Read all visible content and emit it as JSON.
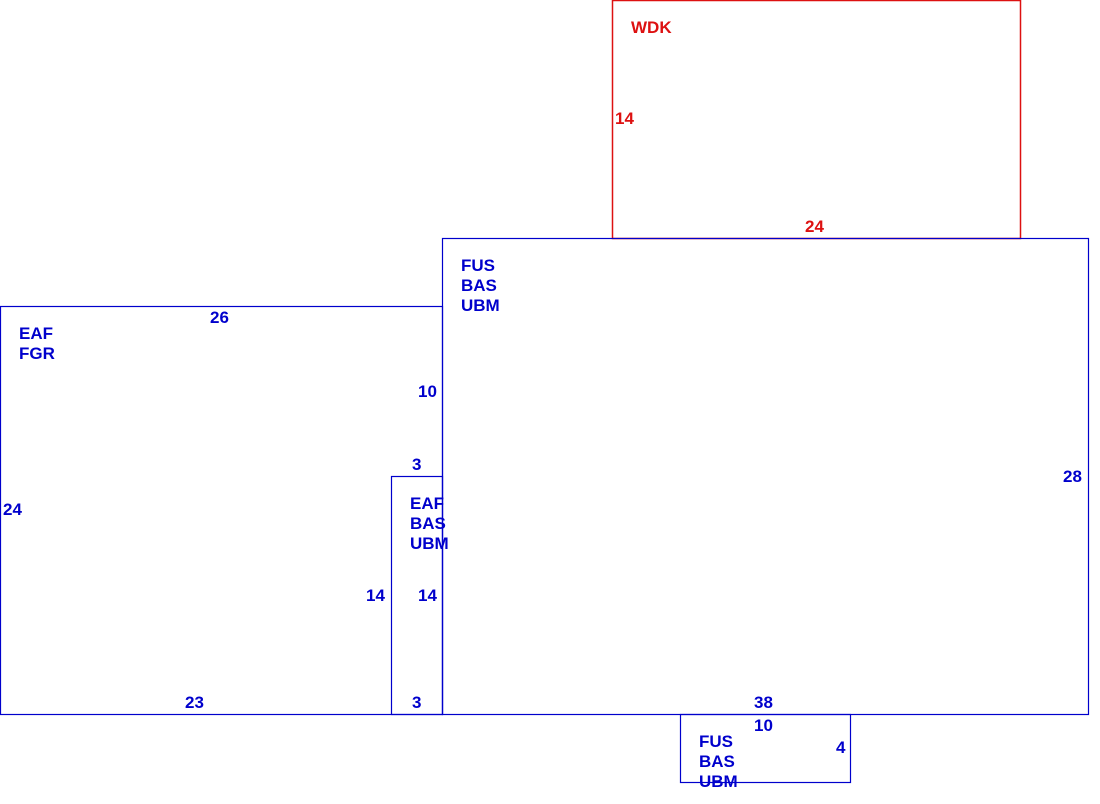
{
  "colors": {
    "blue": "#0000cc",
    "red": "#dd1111"
  },
  "areas": [
    {
      "id": "wdk",
      "color": "red",
      "lines": [
        "WDK"
      ],
      "dims": {
        "left": "14",
        "bottom": "24"
      }
    },
    {
      "id": "main",
      "color": "blue",
      "lines": [
        "FUS",
        "BAS",
        "UBM"
      ],
      "dims": {
        "right": "28",
        "bottom": "38"
      }
    },
    {
      "id": "left",
      "color": "blue",
      "lines": [
        "EAF",
        "FGR"
      ],
      "dims": {
        "top": "26",
        "left": "24",
        "bottom": "23",
        "right_upper": "10"
      }
    },
    {
      "id": "narrow",
      "color": "blue",
      "lines": [
        "EAF",
        "BAS",
        "UBM"
      ],
      "dims": {
        "top": "3",
        "bottom": "3",
        "left": "14",
        "right": "14"
      }
    },
    {
      "id": "bottom",
      "color": "blue",
      "lines": [
        "FUS",
        "BAS",
        "UBM"
      ],
      "dims": {
        "top": "10",
        "right": "4"
      }
    }
  ]
}
